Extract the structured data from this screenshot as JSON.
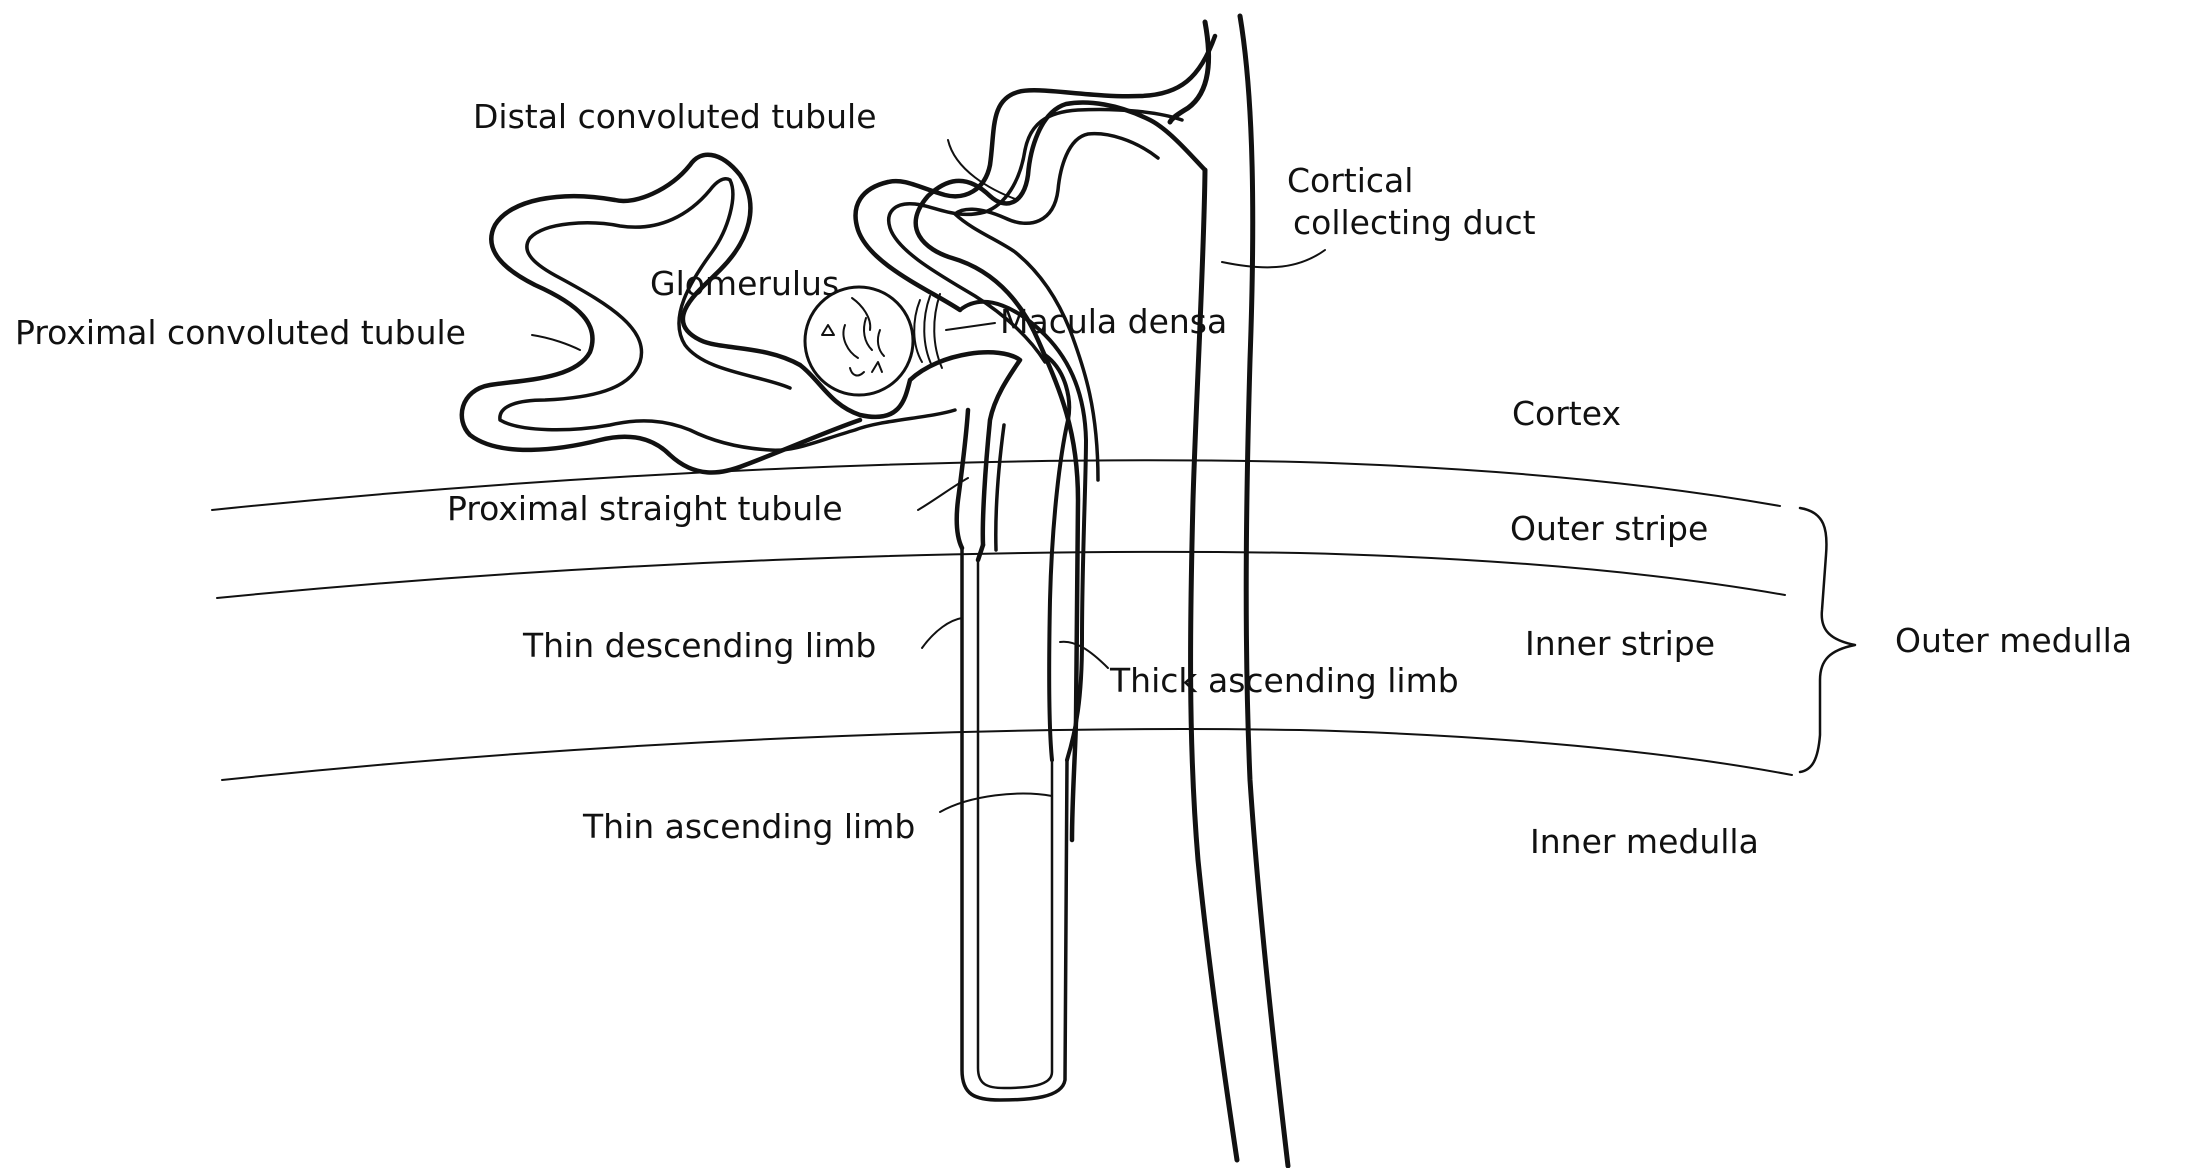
{
  "labels": {
    "distal_convoluted_tubule": "Distal convoluted tubule",
    "cortical_collecting_duct_line1": "Cortical",
    "cortical_collecting_duct_line2": "collecting duct",
    "glomerulus": "Glomerulus",
    "macula_densa": "Macula densa",
    "proximal_convoluted_tubule": "Proximal convoluted tubule",
    "cortex": "Cortex",
    "proximal_straight_tubule": "Proximal straight tubule",
    "outer_stripe": "Outer stripe",
    "thin_descending_limb": "Thin descending limb",
    "inner_stripe": "Inner stripe",
    "outer_medulla": "Outer medulla",
    "thick_ascending_limb": "Thick ascending limb",
    "thin_ascending_limb": "Thin ascending limb",
    "inner_medulla": "Inner medulla"
  },
  "colors": {
    "ink": "#111111",
    "background": "#ffffff"
  }
}
